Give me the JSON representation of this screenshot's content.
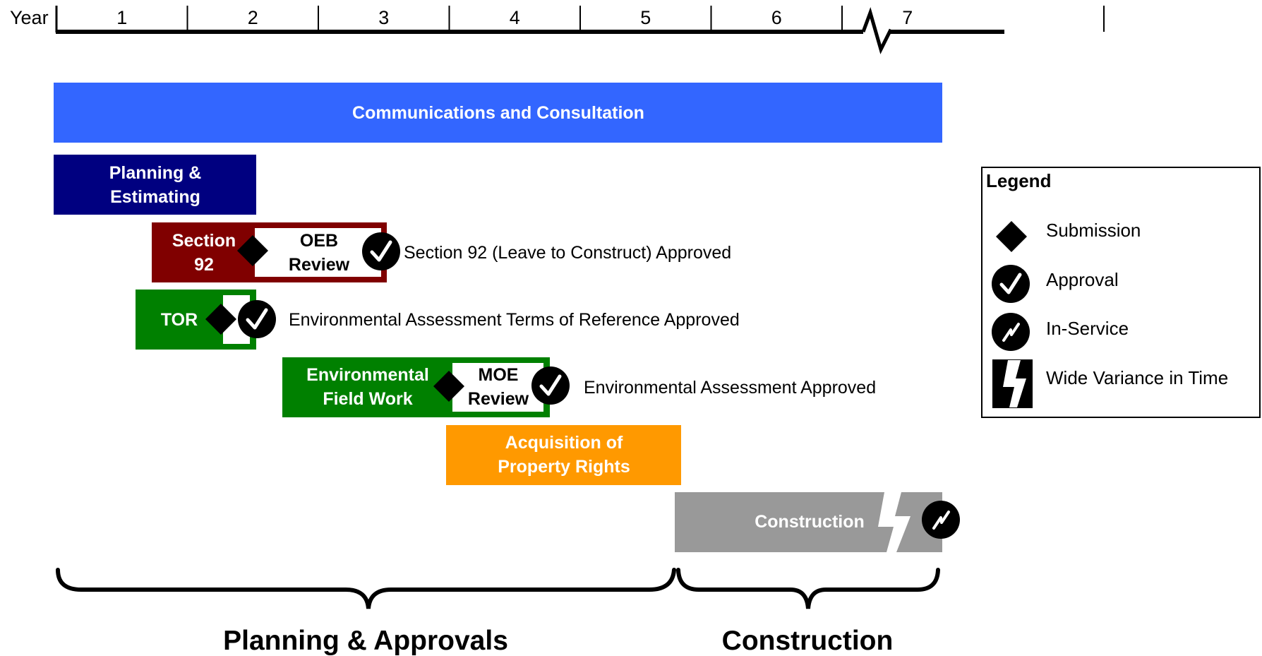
{
  "timeline": {
    "year_label": "Year",
    "years": [
      "1",
      "2",
      "3",
      "4",
      "5",
      "6",
      "7"
    ]
  },
  "bars": {
    "communications": {
      "label": "Communications and Consultation",
      "color": "#3366ff"
    },
    "planning": {
      "line1": "Planning &",
      "line2": "Estimating",
      "color": "#000080"
    },
    "section92": {
      "line1": "Section",
      "line2": "92",
      "color": "#800000"
    },
    "oeb_review": {
      "line1": "OEB",
      "line2": "Review"
    },
    "tor": {
      "label": "TOR",
      "color": "#008000"
    },
    "env_field_work": {
      "line1": "Environmental",
      "line2": "Field Work",
      "color": "#008000"
    },
    "moe_review": {
      "line1": "MOE",
      "line2": "Review"
    },
    "acquisition": {
      "line1": "Acquisition of",
      "line2": "Property Rights",
      "color": "#ff9900"
    },
    "construction": {
      "label": "Construction",
      "color": "#999999"
    }
  },
  "annotations": {
    "section92_approved": "Section 92 (Leave to Construct) Approved",
    "tor_approved": "Environmental Assessment Terms of Reference Approved",
    "ea_approved": "Environmental Assessment Approved"
  },
  "legend": {
    "title": "Legend",
    "items": [
      {
        "icon": "diamond-icon",
        "label": "Submission"
      },
      {
        "icon": "checkmark-circle-icon",
        "label": "Approval"
      },
      {
        "icon": "lightning-circle-icon",
        "label": "In-Service"
      },
      {
        "icon": "lightning-bolt-icon",
        "label": "Wide Variance in Time"
      }
    ]
  },
  "phases": {
    "planning_approvals": "Planning & Approvals",
    "construction": "Construction"
  }
}
